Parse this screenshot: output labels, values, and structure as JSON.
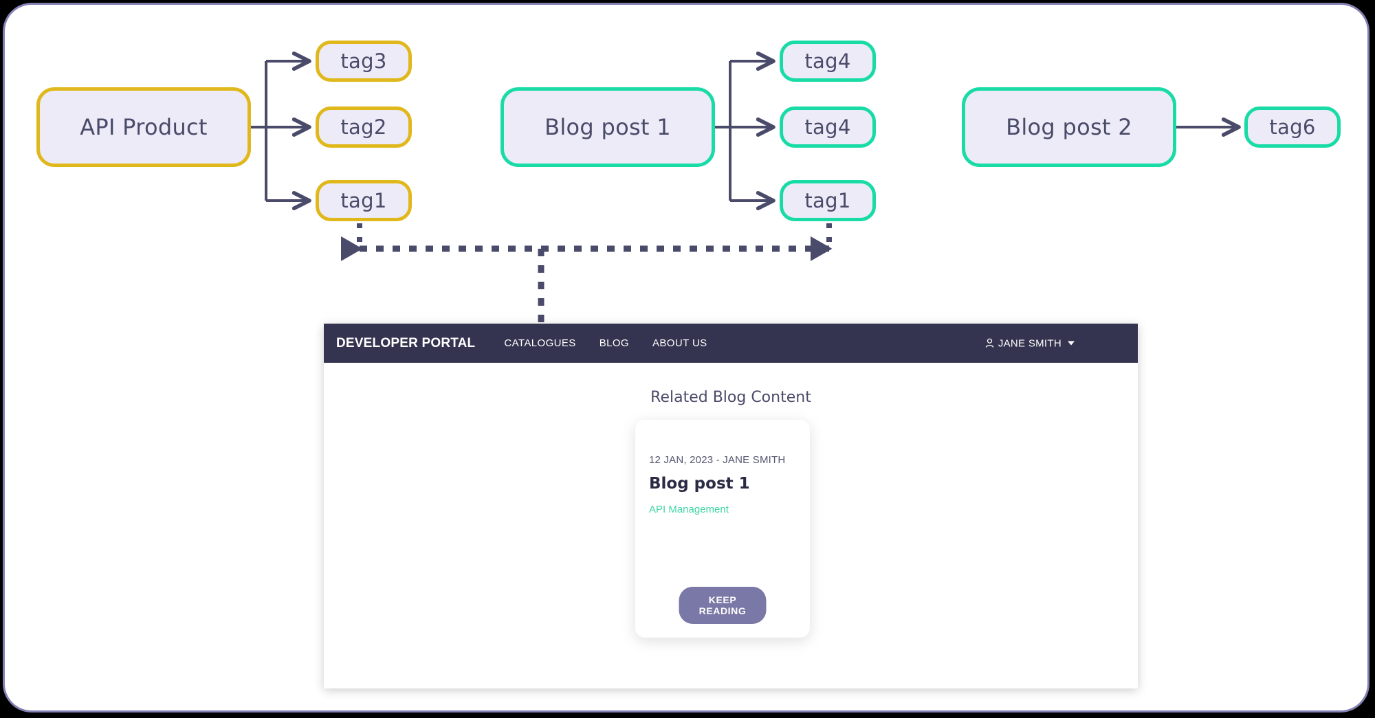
{
  "diagram": {
    "groups": [
      {
        "id": "api-product",
        "source": {
          "label": "API Product",
          "color": "#e0b81c"
        },
        "tags": [
          {
            "label": "tag3",
            "color": "#e0b81c"
          },
          {
            "label": "tag2",
            "color": "#e0b81c"
          },
          {
            "label": "tag1",
            "color": "#e0b81c"
          }
        ]
      },
      {
        "id": "blog-post-1",
        "source": {
          "label": "Blog post 1",
          "color": "#19dba6"
        },
        "tags": [
          {
            "label": "tag4",
            "color": "#19dba6"
          },
          {
            "label": "tag4",
            "color": "#19dba6"
          },
          {
            "label": "tag1",
            "color": "#19dba6"
          }
        ]
      },
      {
        "id": "blog-post-2",
        "source": {
          "label": "Blog post 2",
          "color": "#19dba6"
        },
        "tags": [
          {
            "label": "tag6",
            "color": "#19dba6"
          }
        ]
      }
    ],
    "colors": {
      "node_fill": "#ecebf7",
      "node_text": "#4a4a6a",
      "connector": "#4a4a6a",
      "yellow": "#e0b81c",
      "teal": "#19dba6",
      "frame_border": "#8481b4"
    }
  },
  "portal": {
    "brand": "DEVELOPER PORTAL",
    "nav_items": [
      {
        "label": "CATALOGUES"
      },
      {
        "label": "BLOG"
      },
      {
        "label": "ABOUT US"
      }
    ],
    "user": {
      "name": "JANE SMITH",
      "icon": "person-icon",
      "caret": "chevron-down-icon"
    },
    "section_title": "Related Blog Content",
    "card": {
      "date_author": "12 JAN, 2023 - JANE SMITH",
      "title": "Blog post 1",
      "tag": "API Management",
      "button_label": "KEEP READING",
      "button_color": "#7a78a6",
      "tag_color": "#3fd5a5"
    }
  }
}
